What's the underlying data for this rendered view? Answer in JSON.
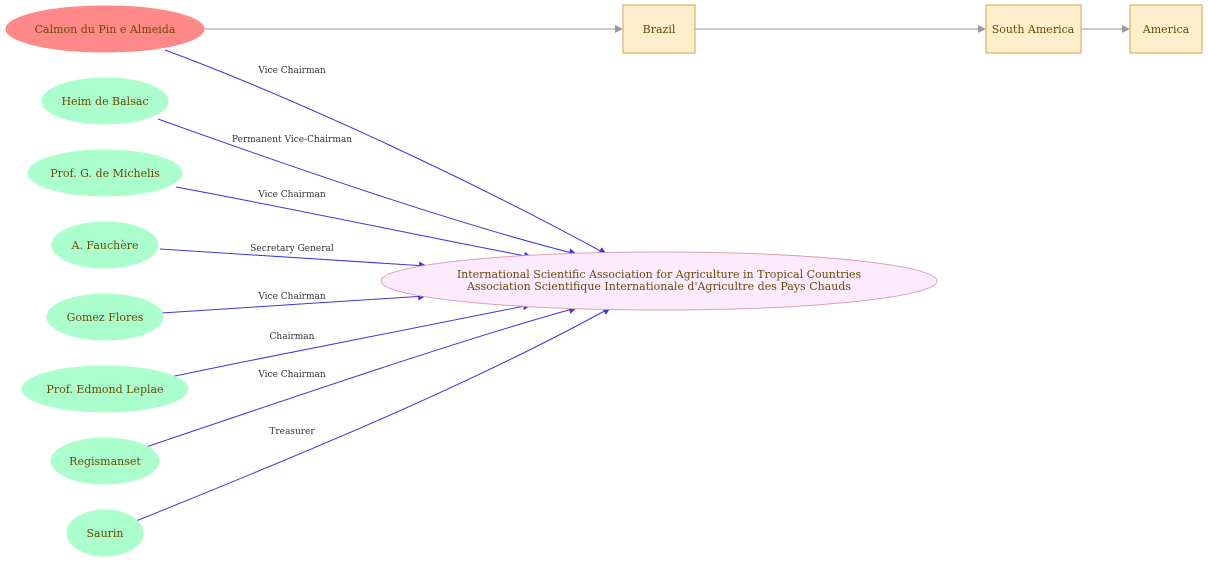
{
  "people": {
    "calmon": "Calmon  du Pin e Almeida",
    "heim": "Heim de Balsac",
    "michelis": "Prof. G. de Michelis",
    "fauchere": "A. Fauchère",
    "gomez": "Gomez Flores",
    "leplae": "Prof. Edmond Leplae",
    "regismanset": "Regismanset",
    "saurin": "Saurin"
  },
  "organization": {
    "line1": "International Scientific Association for Agriculture in Tropical Countries",
    "line2": "Association Scientifique Internationale d'Agricultre des Pays Chauds"
  },
  "places": {
    "brazil": "Brazil",
    "south_america": "South America",
    "america": "America"
  },
  "roles": {
    "calmon": "Vice Chairman",
    "heim": "Permanent Vice-Chairman",
    "michelis": "Vice Chairman",
    "fauchere": "Secretary General",
    "gomez": "Vice Chairman",
    "leplae": "Chairman",
    "regismanset": "Vice Chairman",
    "saurin": "Treasurer"
  },
  "colors": {
    "person_fill": "#aaffcc",
    "highlight_fill": "#ff8888",
    "org_fill": "#fcebff",
    "org_stroke": "#e0a0b0",
    "place_fill": "#ffeecc",
    "place_stroke": "#d4a050",
    "edge_blue": "#3b36e0",
    "edge_gray": "#999999"
  }
}
